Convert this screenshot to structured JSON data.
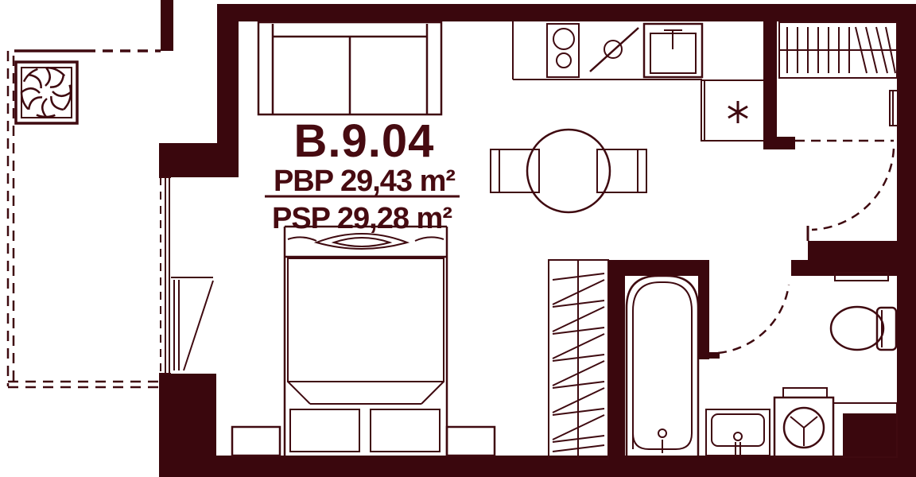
{
  "meta": {
    "drawing_type": "apartment floor plan",
    "line_color": "#3f0a10",
    "wall_fill_color": "#3a070d",
    "text_color": "#470b11",
    "background_color": "#ffffff"
  },
  "unit": {
    "id": "B.9.04",
    "area_primary": "PBP 29,43 m²",
    "area_secondary": "PSP 29,28 m²"
  },
  "fixtures": {
    "balcony_table_icon": "square-table-with-plant",
    "sofa_icon": "two-seat-sofa",
    "bed_icon": "double-bed-with-pillows",
    "nightstand_icon": "nightstand",
    "dining_table_icon": "round-table-two-chairs",
    "cooktop_icon": "two-burner-hob",
    "kitchen_faucet_icon": "lever-tap",
    "kitchen_sink_icon": "single-bowl-sink",
    "fridge_icon": "snowflake",
    "entry_wardrobe_icon": "hatched-closet",
    "bedroom_wardrobe_icon": "hatched-closet",
    "bathtub_icon": "bathtub-with-drain",
    "washing_machine_icon": "drum-with-y",
    "bath_sink_icon": "washbasin-with-tap",
    "toilet_icon": "wc-with-cistern",
    "door_swing_icon": "dashed-arc",
    "balcony_rail_icon": "dashed-line"
  }
}
